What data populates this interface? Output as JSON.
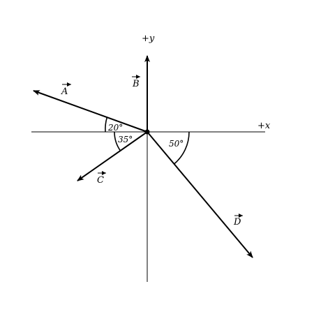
{
  "axes": {
    "x_label": "+x",
    "y_label": "+y"
  },
  "vectors": [
    {
      "id": "A",
      "label": "A",
      "angle_deg": 160
    },
    {
      "id": "B",
      "label": "B",
      "angle_deg": 90
    },
    {
      "id": "C",
      "label": "C",
      "angle_deg": 215
    },
    {
      "id": "D",
      "label": "D",
      "angle_deg": 310
    }
  ],
  "angles": [
    {
      "id": "20",
      "label": "20°",
      "value": 20
    },
    {
      "id": "35",
      "label": "35°",
      "value": 35
    },
    {
      "id": "50",
      "label": "50°",
      "value": 50
    }
  ]
}
